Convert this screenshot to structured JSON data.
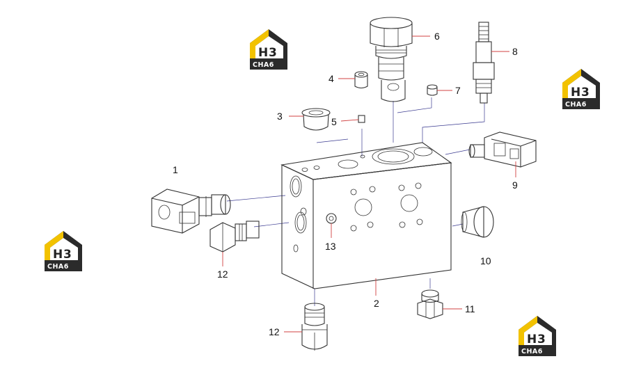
{
  "logo": {
    "letter": "H",
    "numeral": "3",
    "text": "СНА6",
    "colors": {
      "yellow": "#f2c200",
      "dark": "#2b2b2b"
    }
  },
  "labels": {
    "l1": "1",
    "l2": "2",
    "l3": "3",
    "l4": "4",
    "l5": "5",
    "l6": "6",
    "l7": "7",
    "l8": "8",
    "l9": "9",
    "l10": "10",
    "l11": "11",
    "l12a": "12",
    "l12b": "12",
    "l13": "13"
  }
}
